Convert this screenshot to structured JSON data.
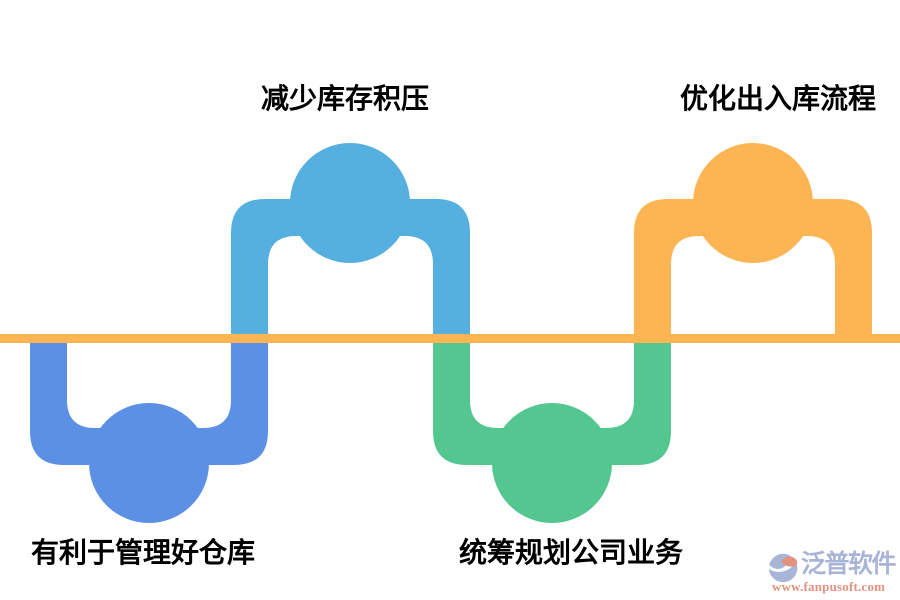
{
  "diagram": {
    "background": "#FFFFFF",
    "axis_color": "#FDB554",
    "label_color": "#000000",
    "steps": [
      {
        "label": "有利于管理好仓库",
        "position": "bottom-left",
        "shape": "trough-circle",
        "color": "#5B90E4"
      },
      {
        "label": "减少库存积压",
        "position": "top-left",
        "shape": "peak-circle",
        "color": "#55AFDF"
      },
      {
        "label": "统筹规划公司业务",
        "position": "bottom-middle",
        "shape": "trough-circle",
        "color": "#53C78F"
      },
      {
        "label": "优化出入库流程",
        "position": "top-right",
        "shape": "peak-circle",
        "color": "#FDB554"
      }
    ]
  },
  "watermark": {
    "brand": "泛普软件",
    "url": "www.fanpusoft.com",
    "logo_icon": "swoosh-circle",
    "brand_color": "#A9B5D6",
    "accent_color": "#E2927F"
  }
}
